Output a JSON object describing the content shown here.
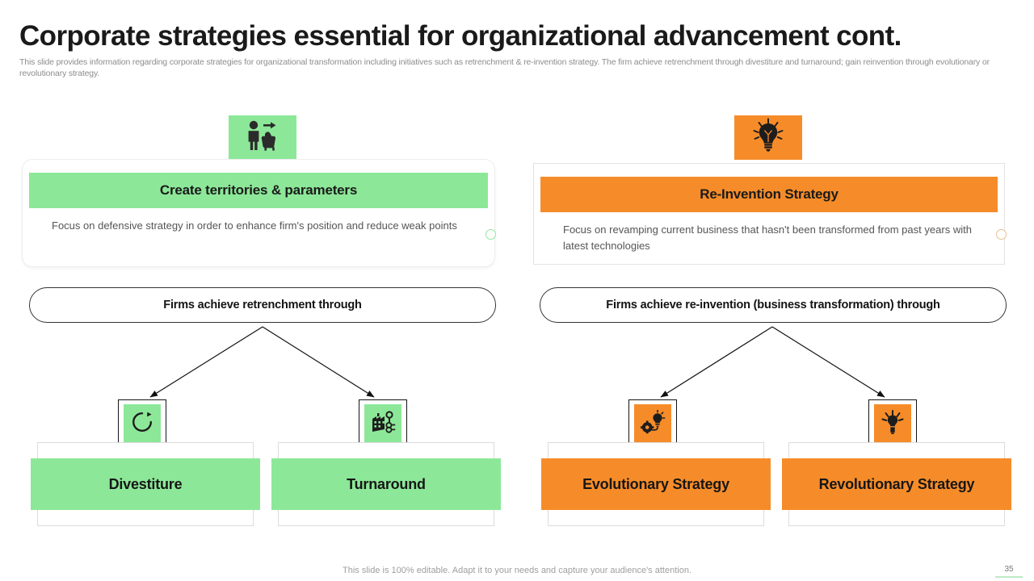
{
  "slide": {
    "title": "Corporate strategies essential for organizational advancement cont.",
    "subtitle": "This slide provides information regarding corporate strategies for organizational transformation including initiatives such as retrenchment & re-invention strategy. The firm achieve retrenchment through divestiture and turnaround; gain reinvention through evolutionary or revolutionary strategy.",
    "footer_note": "This slide is 100% editable. Adapt it to your needs and capture your audience's attention.",
    "page_number": "35"
  },
  "colors": {
    "green": "#8ce898",
    "green_fold": "#0e3a16",
    "orange": "#f68c29",
    "orange_fold": "#c05f10",
    "title": "#1a1a1a",
    "body_text": "#555555",
    "subtitle": "#8d8d8d"
  },
  "left": {
    "top_icon_name": "person-leaving-with-luggage-icon",
    "card_heading": "Create territories & parameters",
    "card_body": "Focus on defensive strategy in order to enhance firm's position and reduce weak points",
    "pill_label": "Firms achieve retrenchment through",
    "branches": [
      {
        "icon_name": "refresh-circular-arrow-icon",
        "label": "Divestiture"
      },
      {
        "icon_name": "factory-analytics-icon",
        "label": "Turnaround"
      }
    ]
  },
  "right": {
    "top_icon_name": "lightbulb-idea-icon",
    "card_heading": "Re-Invention Strategy",
    "card_body": "Focus on revamping current business that hasn't been transformed from past years with latest technologies",
    "pill_label": "Firms achieve re-invention (business transformation) through",
    "branches": [
      {
        "icon_name": "gear-lightbulb-innovation-icon",
        "label": "Evolutionary Strategy"
      },
      {
        "icon_name": "bulb-burst-idea-icon",
        "label": "Revolutionary Strategy"
      }
    ]
  }
}
